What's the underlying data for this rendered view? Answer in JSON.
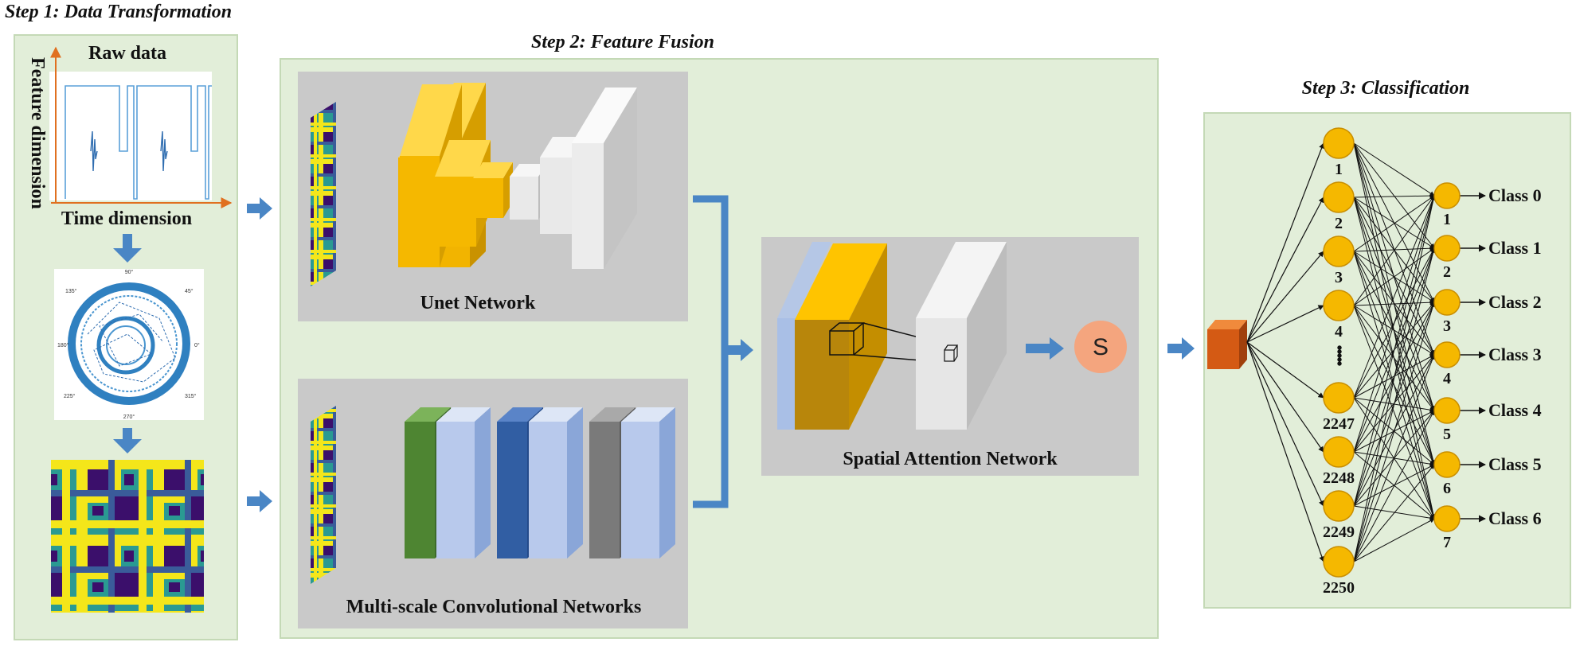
{
  "steps": {
    "step1": "Step 1: Data Transformation",
    "step2": "Step 2: Feature Fusion",
    "step3": "Step 3: Classification"
  },
  "transformation": {
    "raw_title": "Raw data",
    "y_axis_label": "Feature dimension",
    "x_axis_label": "Time dimension",
    "polar_angles": [
      "90°",
      "45°",
      "0°",
      "315°",
      "270°",
      "225°",
      "180°",
      "135°"
    ]
  },
  "fusion": {
    "unet_label": "Unet Network",
    "multiscale_label": "Multi-scale Convolutional Networks",
    "spatial_label": "Spatial Attention Network",
    "softmax_symbol": "S"
  },
  "classification": {
    "hidden_nodes": [
      "1",
      "2",
      "3",
      "4",
      "2247",
      "2248",
      "2249",
      "2250"
    ],
    "ellipsis": "•••••",
    "output_nodes": [
      "1",
      "2",
      "3",
      "4",
      "5",
      "6",
      "7"
    ],
    "classes": [
      "Class 0",
      "Class 1",
      "Class 2",
      "Class 3",
      "Class 4",
      "Class 5",
      "Class 6"
    ]
  },
  "colors": {
    "panel_bg": "#e2eed9",
    "panel_border": "#c4d9b6",
    "grey_box": "#c9c9c9",
    "arrow": "#4a86c5",
    "node": "#f5b800",
    "node_stroke": "#c98e00",
    "softmax": "#f4a57e",
    "gaf_yellow": "#f4e61a",
    "gaf_teal": "#2a9a92",
    "gaf_purple": "#3b0f6b",
    "gaf_blue": "#3a5c9a"
  }
}
